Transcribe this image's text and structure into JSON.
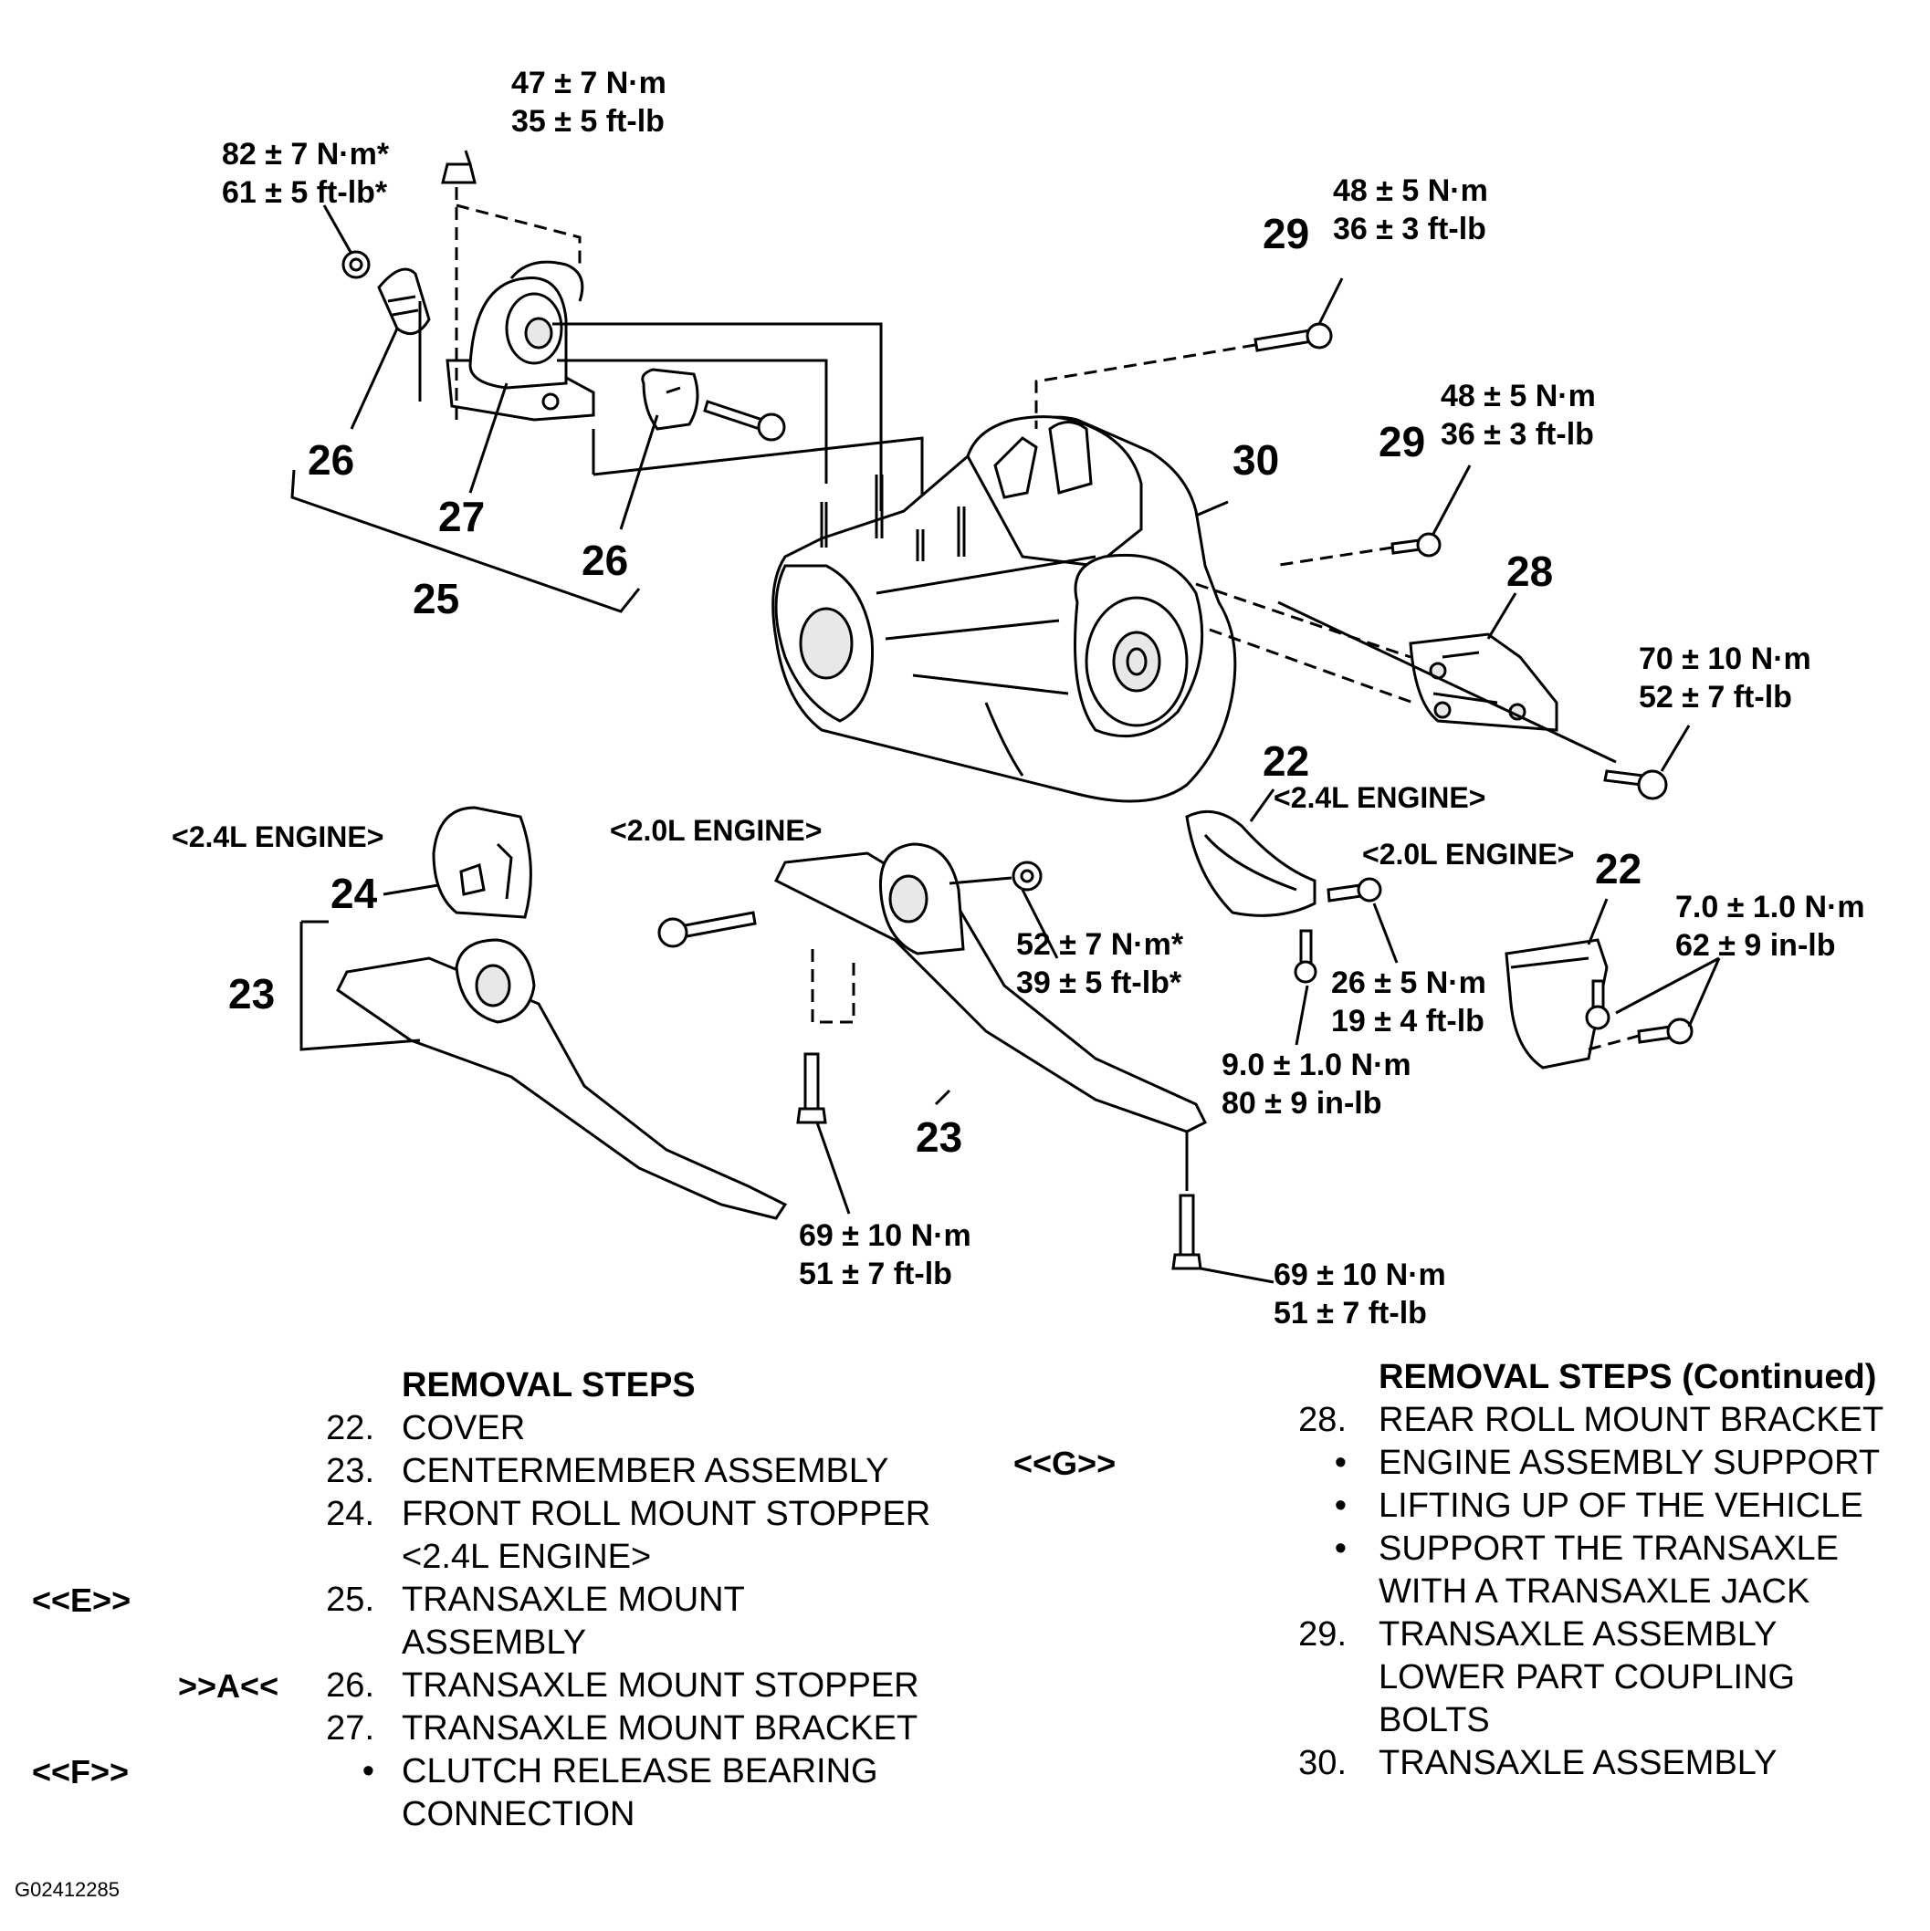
{
  "torque": {
    "t1": [
      "47 ± 7 N·m",
      "35 ± 5 ft-lb"
    ],
    "t2": [
      "82 ± 7 N·m*",
      "61 ± 5 ft-lb*"
    ],
    "t3": [
      "48 ± 5 N·m",
      "36 ± 3 ft-lb"
    ],
    "t4": [
      "48 ± 5 N·m",
      "36 ± 3 ft-lb"
    ],
    "t5": [
      "70 ± 10 N·m",
      "52 ± 7 ft-lb"
    ],
    "t6": [
      "52 ± 7 N·m*",
      "39 ± 5 ft-lb*"
    ],
    "t7": [
      "26 ± 5 N·m",
      "19 ± 4 ft-lb"
    ],
    "t8": [
      "9.0 ± 1.0 N·m",
      "80 ± 9 in-lb"
    ],
    "t9": [
      "7.0 ± 1.0 N·m",
      "62 ± 9 in-lb"
    ],
    "t10": [
      "69 ± 10 N·m",
      "51 ± 7 ft-lb"
    ],
    "t11": [
      "69 ± 10 N·m",
      "51 ± 7 ft-lb"
    ]
  },
  "callouts": {
    "c26a": "26",
    "c27": "27",
    "c26b": "26",
    "c25": "25",
    "c29a": "29",
    "c29b": "29",
    "c30": "30",
    "c28": "28",
    "c22a": "22",
    "c22b": "22",
    "c24": "24",
    "c23a": "23",
    "c23b": "23"
  },
  "engines": {
    "e1": "<2.4L ENGINE>",
    "e2": "<2.0L ENGINE>",
    "e3": "<2.4L ENGINE>",
    "e4": "<2.0L ENGINE>"
  },
  "left_steps": {
    "heading": "REMOVAL STEPS",
    "items": [
      {
        "num": "22.",
        "text": "COVER"
      },
      {
        "num": "23.",
        "text": "CENTERMEMBER ASSEMBLY"
      },
      {
        "num": "24.",
        "text": "FRONT ROLL MOUNT STOPPER"
      },
      {
        "num": "",
        "text": "<2.4L ENGINE>"
      },
      {
        "num": "25.",
        "text": "TRANSAXLE MOUNT",
        "ref": "<<E>>"
      },
      {
        "num": "",
        "text": "ASSEMBLY"
      },
      {
        "num": "26.",
        "text": "TRANSAXLE MOUNT STOPPER",
        "ref": ">>A<<"
      },
      {
        "num": "27.",
        "text": "TRANSAXLE MOUNT BRACKET"
      },
      {
        "num": "•",
        "text": "CLUTCH RELEASE BEARING",
        "ref": "<<F>>"
      },
      {
        "num": "",
        "text": "CONNECTION"
      }
    ]
  },
  "right_steps": {
    "heading": "REMOVAL STEPS (Continued)",
    "ref_g": "<<G>>",
    "items": [
      {
        "num": "28.",
        "text": "REAR ROLL MOUNT BRACKET"
      },
      {
        "num": "•",
        "text": "ENGINE ASSEMBLY SUPPORT"
      },
      {
        "num": "•",
        "text": "LIFTING UP OF THE VEHICLE"
      },
      {
        "num": "•",
        "text": "SUPPORT THE TRANSAXLE"
      },
      {
        "num": "",
        "text": "WITH A TRANSAXLE JACK"
      },
      {
        "num": "29.",
        "text": "TRANSAXLE ASSEMBLY"
      },
      {
        "num": "",
        "text": "LOWER PART COUPLING"
      },
      {
        "num": "",
        "text": "BOLTS"
      },
      {
        "num": "30.",
        "text": "TRANSAXLE ASSEMBLY"
      }
    ]
  },
  "figure_id": "G02412285"
}
